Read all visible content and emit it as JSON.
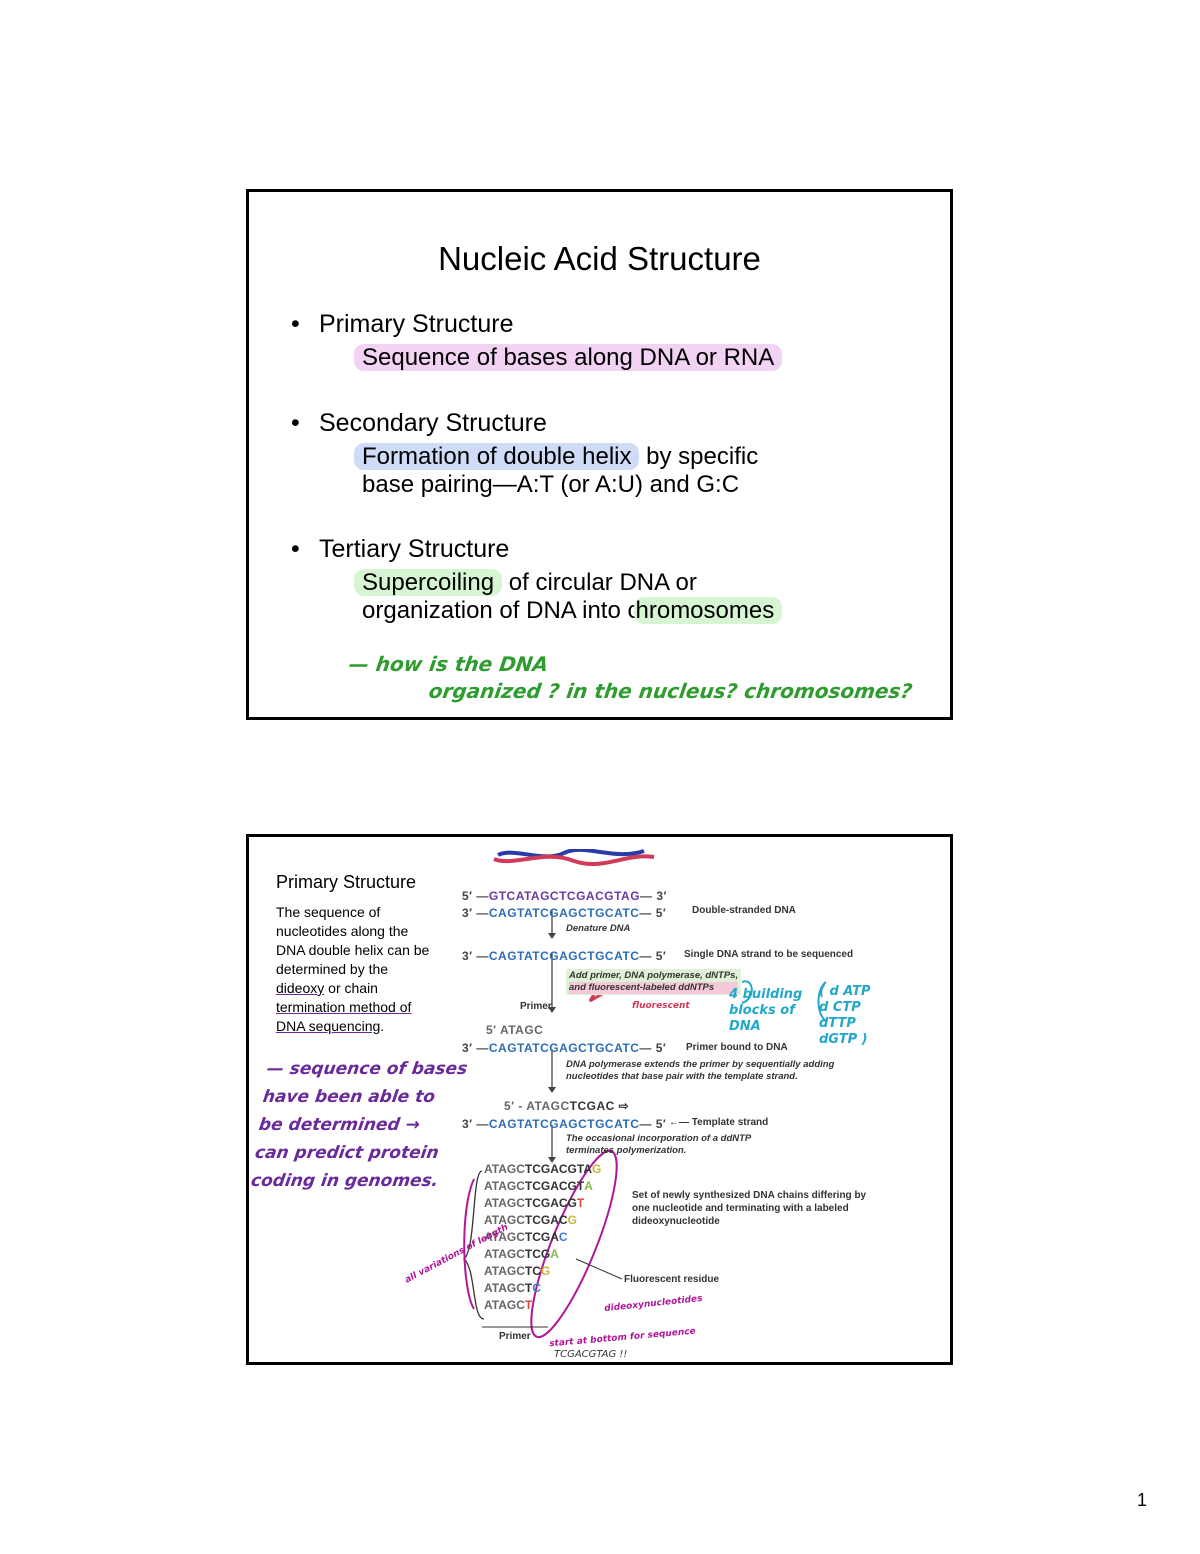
{
  "slide1": {
    "title": "Nucleic Acid Structure",
    "bullet_char": "•",
    "sections": [
      {
        "heading": "Primary Structure",
        "line1_hl": "Sequence of bases along DNA or RNA"
      },
      {
        "heading": "Secondary Structure",
        "line1_hl": "Formation of double helix",
        "line1_rest": " by specific",
        "line2": "base pairing—A:T (or A:U) and G:C"
      },
      {
        "heading": "Tertiary Structure",
        "line1_hl": "Supercoiling",
        "line1_rest": " of circular DNA or",
        "line2_pre": "organization of DNA into c",
        "line2_hl": "hromosomes"
      }
    ],
    "handwriting": {
      "line1": "— how is the DNA",
      "line2": "organized ? in the nucleus? chromosomes?"
    }
  },
  "slide2": {
    "title": "Primary Structure",
    "body": {
      "part1": "The sequence of nucleotides along the DNA double helix can be determined by the ",
      "dideoxy": "dideoxy",
      "part2": " or chain ",
      "termination": "termination method of DNA sequencing",
      "part3": "."
    },
    "handwriting_left": [
      "— sequence of bases",
      "have been able to",
      "be determined →",
      "can predict protein",
      "coding in genomes."
    ],
    "figure": {
      "strand_top": {
        "p5": "5′ —",
        "seq": "GTCATAGCTCGACGTAG",
        "p3": "— 3′"
      },
      "strand_bottom": {
        "p3": "3′ —",
        "seq": "CAGTATCGAGCTGCATC",
        "p5": "— 5′"
      },
      "label_double": "Double-stranded DNA",
      "step_denature": "Denature DNA",
      "label_single": "Single DNA strand to be sequenced",
      "step_add_line1": "Add primer, DNA polymerase, dNTPs,",
      "step_add_line2": "and fluorescent-labeled ddNTPs",
      "label_primer": "Primer",
      "primer_seq": "5′  ATAGC",
      "label_primer_bound": "Primer bound to DNA",
      "step_extend_line1": "DNA polymerase extends the primer by sequentially adding",
      "step_extend_line2": "nucleotides that base pair with the template strand.",
      "extended_seq": "5′ - ATAGC",
      "extended_bold": "TCGAC",
      "label_template": "←— Template strand",
      "step_term_line1": "The occasional incorporation of a ddNTP",
      "step_term_line2": "terminates polymerization.",
      "ladder": [
        {
          "base": "ATAGC",
          "ext": "TCGACGTA",
          "last": "G",
          "cls": "n-g"
        },
        {
          "base": "ATAGC",
          "ext": "TCGACGT",
          "last": "A",
          "cls": "n-a"
        },
        {
          "base": "ATAGC",
          "ext": "TCGACG",
          "last": "T",
          "cls": "n-t"
        },
        {
          "base": "ATAGC",
          "ext": "TCGAC",
          "last": "G",
          "cls": "n-g"
        },
        {
          "base": "ATAGC",
          "ext": "TCGA",
          "last": "C",
          "cls": "n-c"
        },
        {
          "base": "ATAGC",
          "ext": "TCG",
          "last": "A",
          "cls": "n-a"
        },
        {
          "base": "ATAGC",
          "ext": "TC",
          "last": "G",
          "cls": "n-g"
        },
        {
          "base": "ATAGC",
          "ext": "T",
          "last": "C",
          "cls": "n-c"
        },
        {
          "base": "ATAGC",
          "ext": "",
          "last": "T",
          "cls": "n-t"
        }
      ],
      "label_set_line1": "Set of newly synthesized DNA chains differing by",
      "label_set_line2": "one nucleotide and terminating with a labeled",
      "label_set_line3": "dideoxynucleotide",
      "label_fluor": "Fluorescent residue",
      "label_primer_bottom": "Primer",
      "hand_cyan_left": [
        "4 building",
        "blocks of",
        "DNA"
      ],
      "hand_cyan_right": [
        "( d ATP",
        "d CTP",
        "dTTP",
        "dGTP )"
      ],
      "hand_pink_note": "fluorescent",
      "hand_mag_side": "all variations of length",
      "hand_mag_dideoxy": "dideoxynucleotides",
      "hand_mag_bottom": "start at bottom for sequence",
      "hand_dark_bottom": "TCGACGTAG !!"
    }
  },
  "page_number": "1",
  "colors": {
    "highlight_pink": "#f2d3f3",
    "highlight_blue": "#cfdcf7",
    "highlight_green": "#d6f5d2",
    "ink_green": "#2e9c2e",
    "ink_purple": "#6b2a9c",
    "ink_magenta": "#b0179a",
    "ink_cyan": "#23a8c9"
  }
}
